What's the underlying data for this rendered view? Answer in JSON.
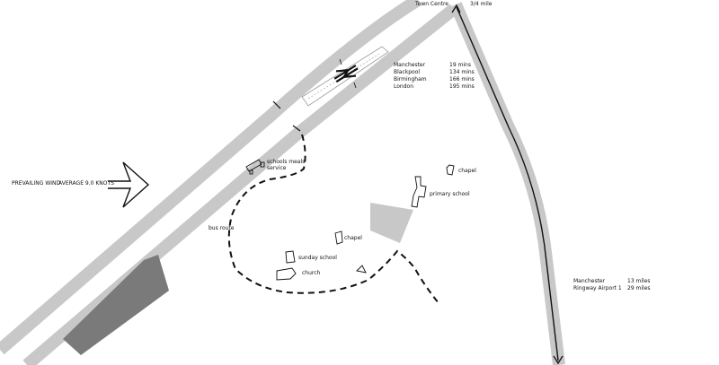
{
  "colors": {
    "road": "#c8c8c8",
    "building_dark": "#7a7a7a",
    "building_light": "#c8c8c8",
    "ink": "#111111"
  },
  "labels": {
    "town_centre": "Town Centre",
    "distance_town": "3/4 mile",
    "wind_label": "PREVAILING WIND",
    "wind_speed": "AVERAGE 9.0  KNOTS",
    "schools_meals_line1": "schools meals",
    "schools_meals_line2": "service",
    "chapel_upper": "chapel",
    "primary_school": "primary school",
    "bus_route": "bus route",
    "chapel_lower": "chapel",
    "sunday_school": "sunday school",
    "church": "church"
  },
  "rail_times": [
    {
      "destination": "Manchester",
      "time": "19 mins"
    },
    {
      "destination": "Blackpool",
      "time": "134 mins"
    },
    {
      "destination": "Birmingham",
      "time": "166 mins"
    },
    {
      "destination": "London",
      "time": "195 mins"
    }
  ],
  "road_distances": [
    {
      "destination": "Manchester",
      "distance": "13 miles"
    },
    {
      "destination": "Ringway Airport 1",
      "distance": "29 miles"
    }
  ],
  "icons": {
    "rail": "british-rail-symbol",
    "wind": "wind-direction-arrow"
  }
}
